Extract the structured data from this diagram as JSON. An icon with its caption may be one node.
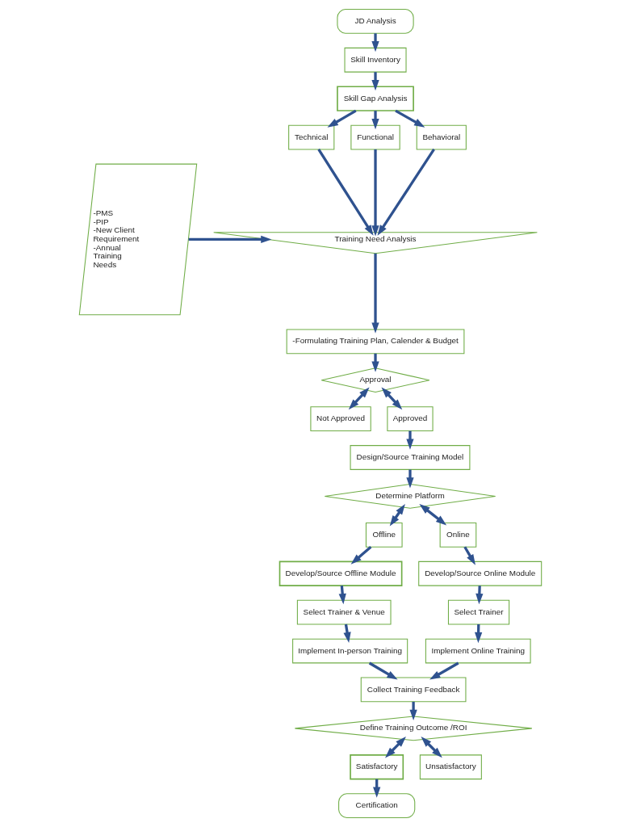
{
  "diagram": {
    "nodes": [
      {
        "text": [
          "JD Analysis"
        ]
      },
      {
        "text": [
          "Skill Inventory"
        ]
      },
      {
        "text": [
          "Skill Gap Analysis"
        ]
      },
      {
        "text": [
          "Technical"
        ]
      },
      {
        "text": [
          "Functional"
        ]
      },
      {
        "text": [
          "Behavioral"
        ]
      },
      {
        "text": [
          "-PMS",
          "-PIP",
          "-New Client Requirement",
          "-Annual Training Needs"
        ]
      },
      {
        "text": [
          "Training Need Analysis"
        ]
      },
      {
        "text": [
          "-Formulating Training Plan, Calender & Budget"
        ]
      },
      {
        "text": [
          "Approval"
        ]
      },
      {
        "text": [
          "Not Approved"
        ]
      },
      {
        "text": [
          "Approved"
        ]
      },
      {
        "text": [
          "Design/Source Training Model"
        ]
      },
      {
        "text": [
          "Determine Platform"
        ]
      },
      {
        "text": [
          "Offline"
        ]
      },
      {
        "text": [
          "Online"
        ]
      },
      {
        "text": [
          "Develop/Source Offline Module"
        ]
      },
      {
        "text": [
          "Develop/Source Online Module"
        ]
      },
      {
        "text": [
          "Select Trainer & Venue"
        ]
      },
      {
        "text": [
          "Select Trainer"
        ]
      },
      {
        "text": [
          "Implement In-person Training"
        ]
      },
      {
        "text": [
          "Implement Online Training"
        ]
      },
      {
        "text": [
          "Collect Training Feedback"
        ]
      },
      {
        "text": [
          "Define Training Outcome /ROI"
        ]
      },
      {
        "text": [
          "Satisfactory"
        ]
      },
      {
        "text": [
          "Unsatisfactory"
        ]
      },
      {
        "text": [
          "Certification"
        ]
      }
    ],
    "edges": [
      {
        "from": 0,
        "to": 1,
        "arrow": "to"
      },
      {
        "from": 1,
        "to": 2,
        "arrow": "to"
      },
      {
        "from": 2,
        "to": 3,
        "arrow": "to"
      },
      {
        "from": 2,
        "to": 4,
        "arrow": "to"
      },
      {
        "from": 2,
        "to": 5,
        "arrow": "to"
      },
      {
        "from": 3,
        "to": 7,
        "arrow": "to"
      },
      {
        "from": 4,
        "to": 7,
        "arrow": "to"
      },
      {
        "from": 5,
        "to": 7,
        "arrow": "to"
      },
      {
        "from": 6,
        "to": 7,
        "arrow": "to"
      },
      {
        "from": 7,
        "to": 8,
        "arrow": "to"
      },
      {
        "from": 8,
        "to": 9,
        "arrow": "to"
      },
      {
        "from": 9,
        "to": 10,
        "arrow": "both"
      },
      {
        "from": 9,
        "to": 11,
        "arrow": "both"
      },
      {
        "from": 11,
        "to": 12,
        "arrow": "to"
      },
      {
        "from": 12,
        "to": 13,
        "arrow": "to"
      },
      {
        "from": 13,
        "to": 14,
        "arrow": "both"
      },
      {
        "from": 13,
        "to": 15,
        "arrow": "both"
      },
      {
        "from": 14,
        "to": 16,
        "arrow": "to"
      },
      {
        "from": 15,
        "to": 17,
        "arrow": "to"
      },
      {
        "from": 16,
        "to": 18,
        "arrow": "to"
      },
      {
        "from": 17,
        "to": 19,
        "arrow": "to"
      },
      {
        "from": 18,
        "to": 20,
        "arrow": "to"
      },
      {
        "from": 19,
        "to": 21,
        "arrow": "to"
      },
      {
        "from": 20,
        "to": 22,
        "arrow": "to"
      },
      {
        "from": 21,
        "to": 22,
        "arrow": "to"
      },
      {
        "from": 22,
        "to": 23,
        "arrow": "to"
      },
      {
        "from": 23,
        "to": 24,
        "arrow": "both"
      },
      {
        "from": 23,
        "to": 25,
        "arrow": "both"
      },
      {
        "from": 24,
        "to": 26,
        "arrow": "to"
      }
    ]
  }
}
